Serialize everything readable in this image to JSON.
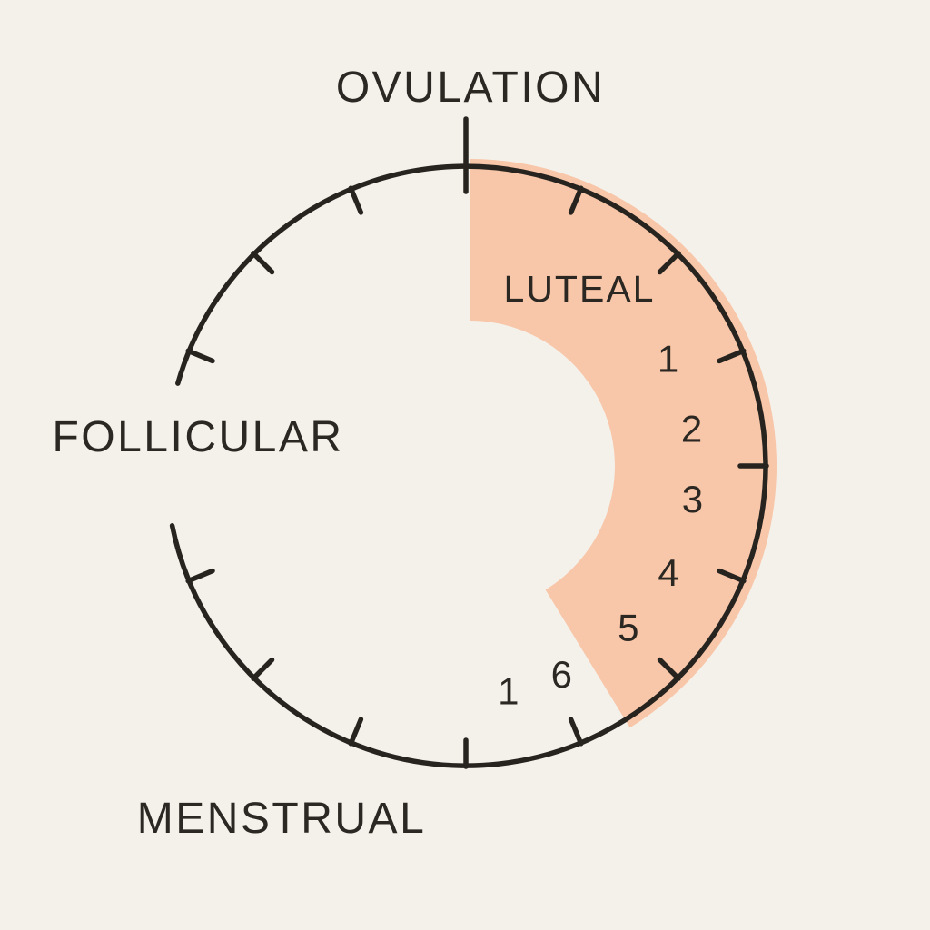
{
  "diagram": {
    "type": "cycle-wheel",
    "subject": "menstrual cycle phases",
    "colors": {
      "background": "#f4f1eb",
      "line": "#272420",
      "text": "#2b2722",
      "highlight": "#f8c6a8"
    },
    "phases": [
      {
        "id": "ovulation",
        "label": "OVULATION",
        "highlighted": false
      },
      {
        "id": "luteal",
        "label": "LUTEAL",
        "highlighted": true
      },
      {
        "id": "follicular",
        "label": "FOLLICULAR",
        "highlighted": false
      },
      {
        "id": "menstrual",
        "label": "MENSTRUAL",
        "highlighted": false
      }
    ],
    "day_markers": [
      {
        "value": "1",
        "phase": "luteal",
        "angle_deg": 28.0
      },
      {
        "value": "2",
        "phase": "luteal",
        "angle_deg": 9.5
      },
      {
        "value": "3",
        "phase": "luteal",
        "angle_deg": -8.2
      },
      {
        "value": "4",
        "phase": "luteal",
        "angle_deg": -27.7
      },
      {
        "value": "5",
        "phase": "luteal",
        "angle_deg": -44.8
      },
      {
        "value": "6",
        "phase": "luteal",
        "angle_deg": -65.3
      },
      {
        "value": "1",
        "phase": "menstrual",
        "angle_deg": -79.3
      }
    ]
  }
}
